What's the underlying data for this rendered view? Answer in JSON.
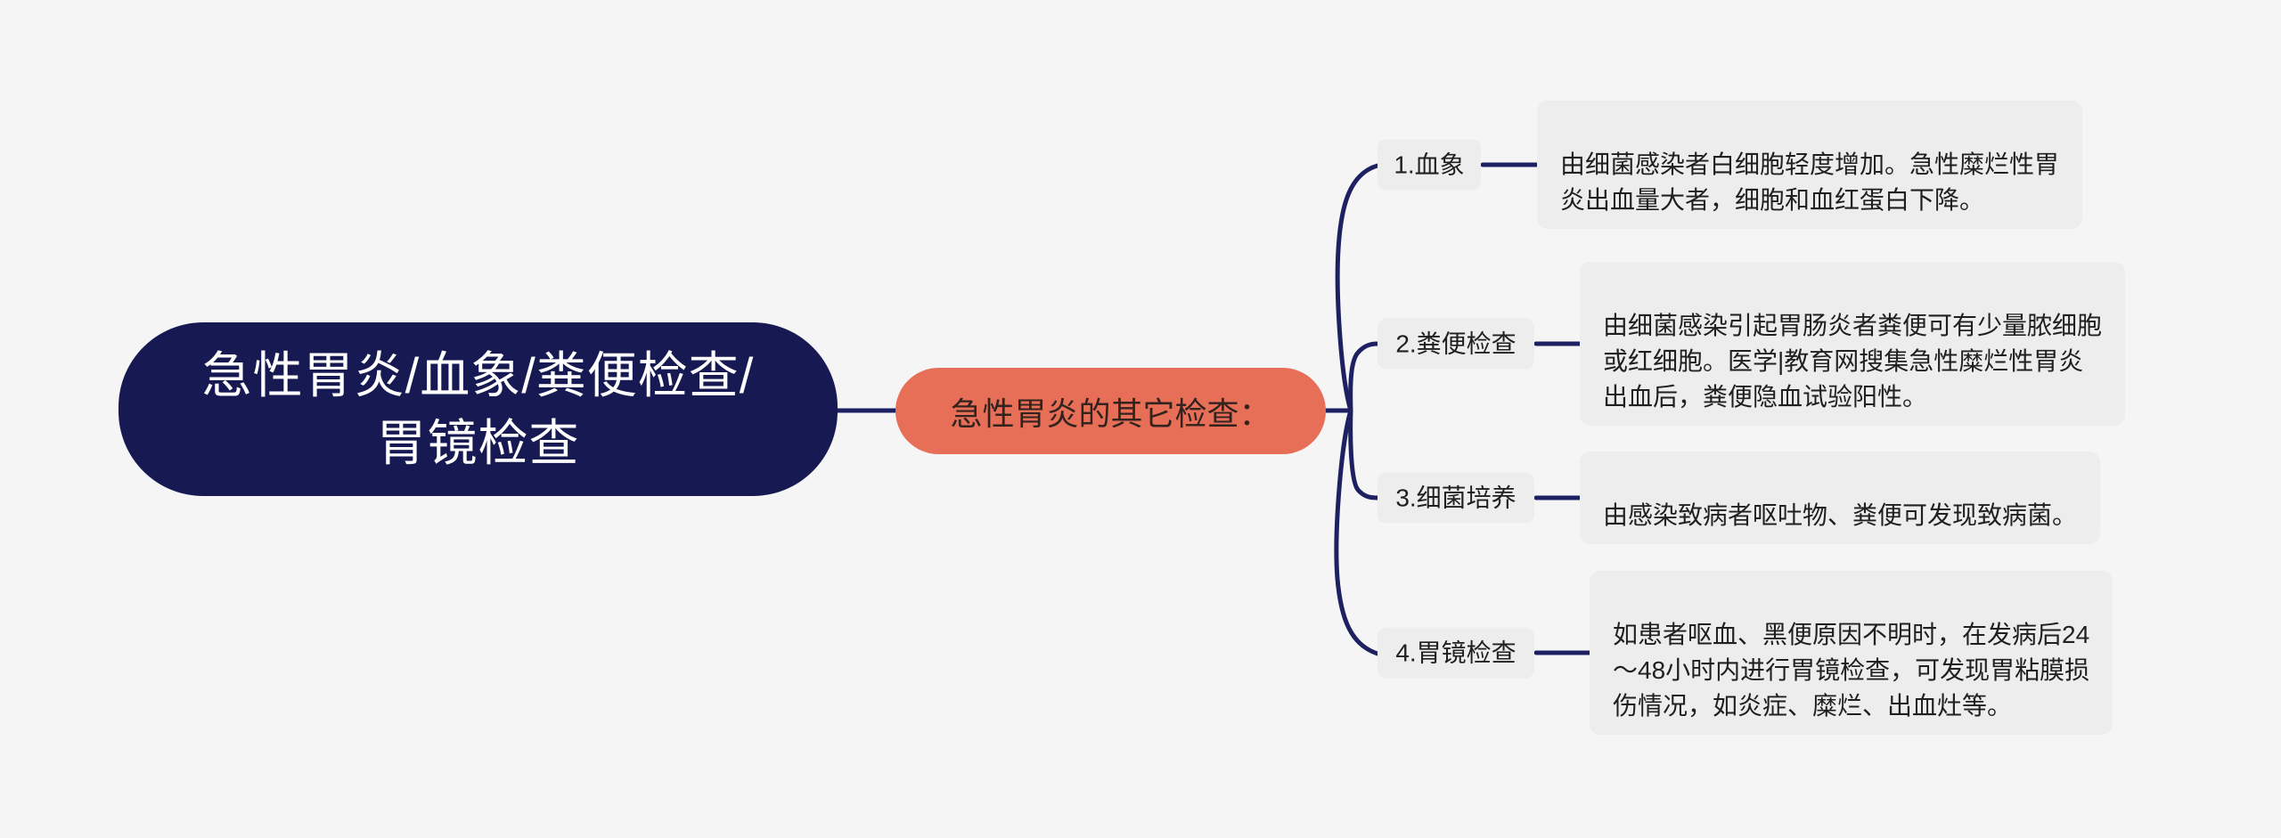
{
  "page": {
    "background_color": "#f5f5f6",
    "connector_color": "#1d2161",
    "node_box_color": "#ededed"
  },
  "root_node": {
    "label": "急性胃炎/血象/粪便检查/\n胃镜检查",
    "fill_color": "#171a52",
    "text_color": "#ffffff"
  },
  "center_node": {
    "label": "急性胃炎的其它检查：",
    "fill_color": "#e76f58",
    "text_color": "#33231e"
  },
  "branches": [
    {
      "label": "1.血象",
      "description": "由细菌感染者白细胞轻度增加。急性糜烂性胃\n炎出血量大者，细胞和血红蛋白下降。"
    },
    {
      "label": "2.粪便检查",
      "description": "由细菌感染引起胃肠炎者粪便可有少量脓细胞\n或红细胞。医学|教育网搜集急性糜烂性胃炎\n出血后，粪便隐血试验阳性。"
    },
    {
      "label": "3.细菌培养",
      "description": "由感染致病者呕吐物、粪便可发现致病菌。"
    },
    {
      "label": "4.胃镜检查",
      "description": "如患者呕血、黑便原因不明时，在发病后24\n～48小时内进行胃镜检查，可发现胃粘膜损\n伤情况，如炎症、糜烂、出血灶等。"
    }
  ]
}
